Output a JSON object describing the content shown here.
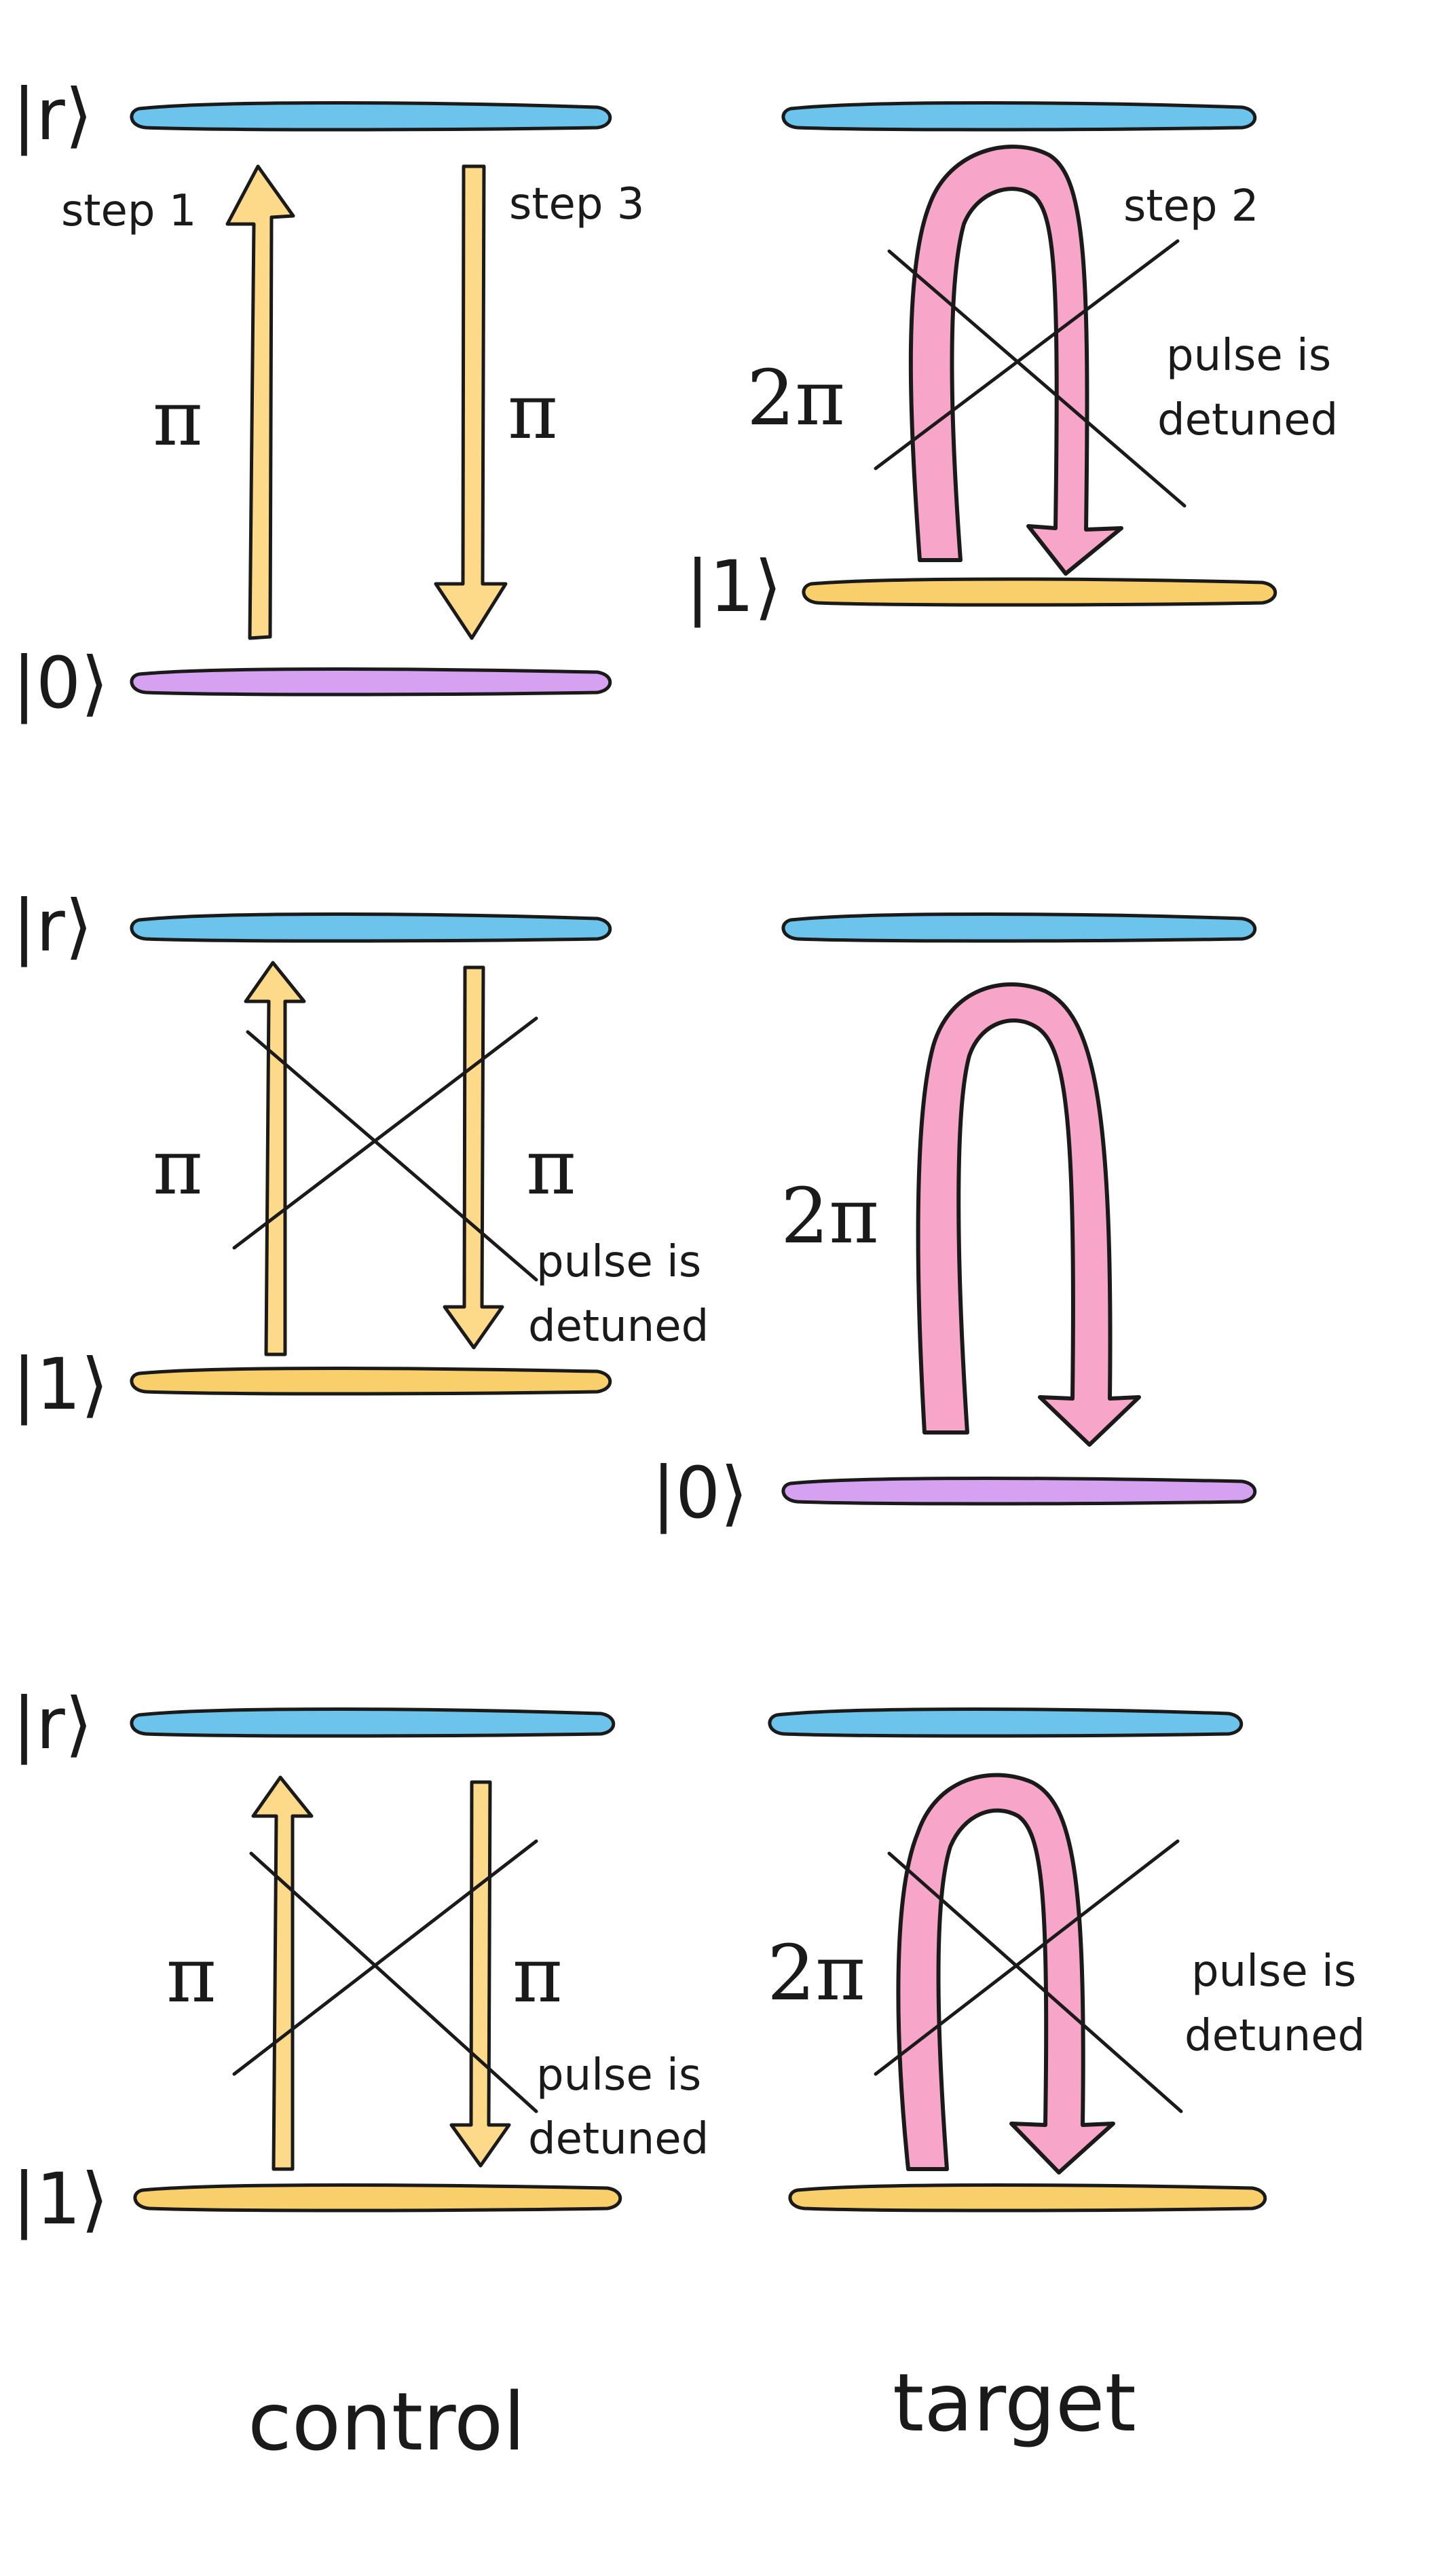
{
  "colors": {
    "rydberg": "#6cc4ec",
    "ground0": "#d6a1f0",
    "ground1": "#f9cf6b",
    "pi_pulse": "#fdd98a",
    "two_pi_pulse": "#f7a6c9"
  },
  "kets": {
    "r": "|r⟩",
    "zero": "|0⟩",
    "one": "|1⟩"
  },
  "pulses": {
    "pi": "π",
    "two_pi": "2π"
  },
  "steps": {
    "step1": "step 1",
    "step2": "step 2",
    "step3": "step 3"
  },
  "detuned": {
    "line1": "pulse is",
    "line2": "detuned"
  },
  "footer": {
    "control": "control",
    "target": "target"
  }
}
